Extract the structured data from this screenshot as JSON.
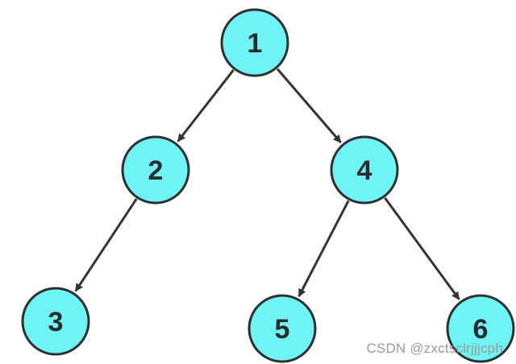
{
  "diagram": {
    "type": "binary-tree",
    "colors": {
      "node_fill": "#6ef4f4",
      "node_stroke": "#2f2f2f",
      "edge": "#333333",
      "label": "#2b2b2b",
      "watermark": "#9a9a9a"
    },
    "nodes": [
      {
        "id": "n1",
        "label": "1"
      },
      {
        "id": "n2",
        "label": "2"
      },
      {
        "id": "n3",
        "label": "3"
      },
      {
        "id": "n4",
        "label": "4"
      },
      {
        "id": "n5",
        "label": "5"
      },
      {
        "id": "n6",
        "label": "6"
      }
    ],
    "edges": [
      {
        "from": "n1",
        "to": "n2"
      },
      {
        "from": "n1",
        "to": "n4"
      },
      {
        "from": "n2",
        "to": "n3"
      },
      {
        "from": "n4",
        "to": "n5"
      },
      {
        "from": "n4",
        "to": "n6"
      }
    ]
  },
  "watermark": {
    "text": "CSDN @zxctsclrjjjcph"
  }
}
